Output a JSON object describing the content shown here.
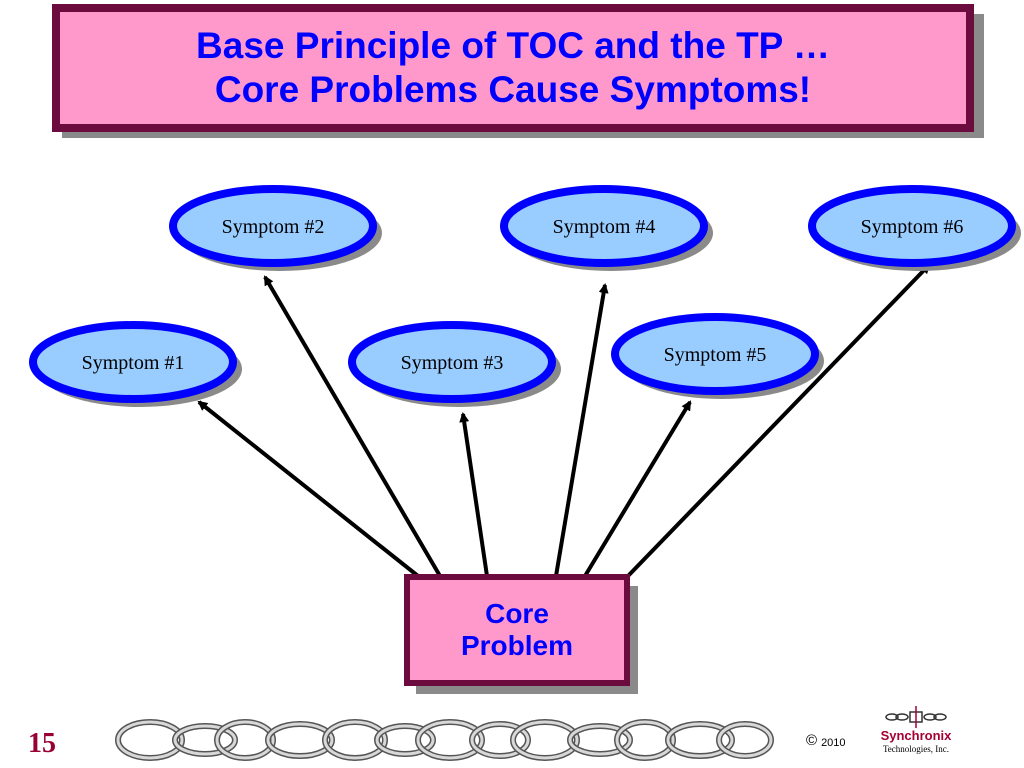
{
  "title": {
    "line1": "Base Principle of TOC and the TP …",
    "line2": "Core Problems Cause Symptoms!"
  },
  "core_problem": {
    "line1": "Core",
    "line2": "Problem"
  },
  "symptoms": [
    {
      "label": "Symptom #1"
    },
    {
      "label": "Symptom #2"
    },
    {
      "label": "Symptom #3"
    },
    {
      "label": "Symptom #4"
    },
    {
      "label": "Symptom #5"
    },
    {
      "label": "Symptom #6"
    }
  ],
  "footer": {
    "page_number": "15",
    "copyright_symbol": "©",
    "year": "2010",
    "company_name": "Synchronix",
    "company_sub": "Technologies, Inc."
  },
  "colors": {
    "title_fill": "#ff99cc",
    "box_border": "#6b0b3e",
    "title_text": "#0000ff",
    "ellipse_fill": "#99ccff",
    "ellipse_border": "#0000ff",
    "page_number": "#990033"
  }
}
